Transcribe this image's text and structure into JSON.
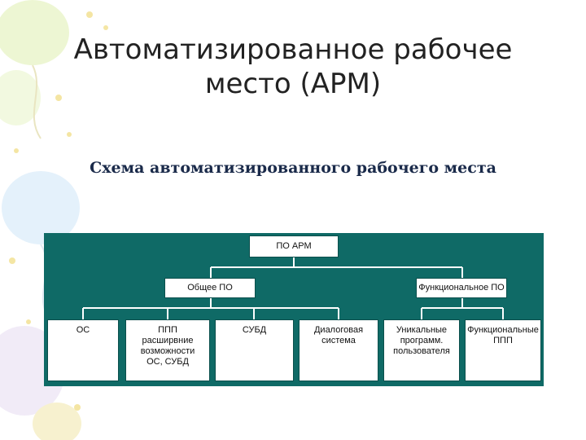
{
  "slide": {
    "title_line1": "Автоматизированное рабочее",
    "title_line2": "место (АРМ)",
    "subtitle": "Схема автоматизированного рабочего места"
  },
  "diagram": {
    "root": "ПО АРМ",
    "level2": {
      "general": "Общее ПО",
      "functional": "Функциональное ПО"
    },
    "leaves": {
      "os": "ОС",
      "ppp": "ППП\nрасширвние\nвозможности\nОС, СУБД",
      "dbms": "СУБД",
      "dialog": "Диалоговая\nсистема",
      "unique": "Уникальные\nпрограмм.\nпользователя",
      "functional_ppp": "Функциональные\nППП"
    }
  },
  "colors": {
    "panel": "#0f6a66",
    "box": "#ffffff",
    "connector": "#ffffff"
  }
}
